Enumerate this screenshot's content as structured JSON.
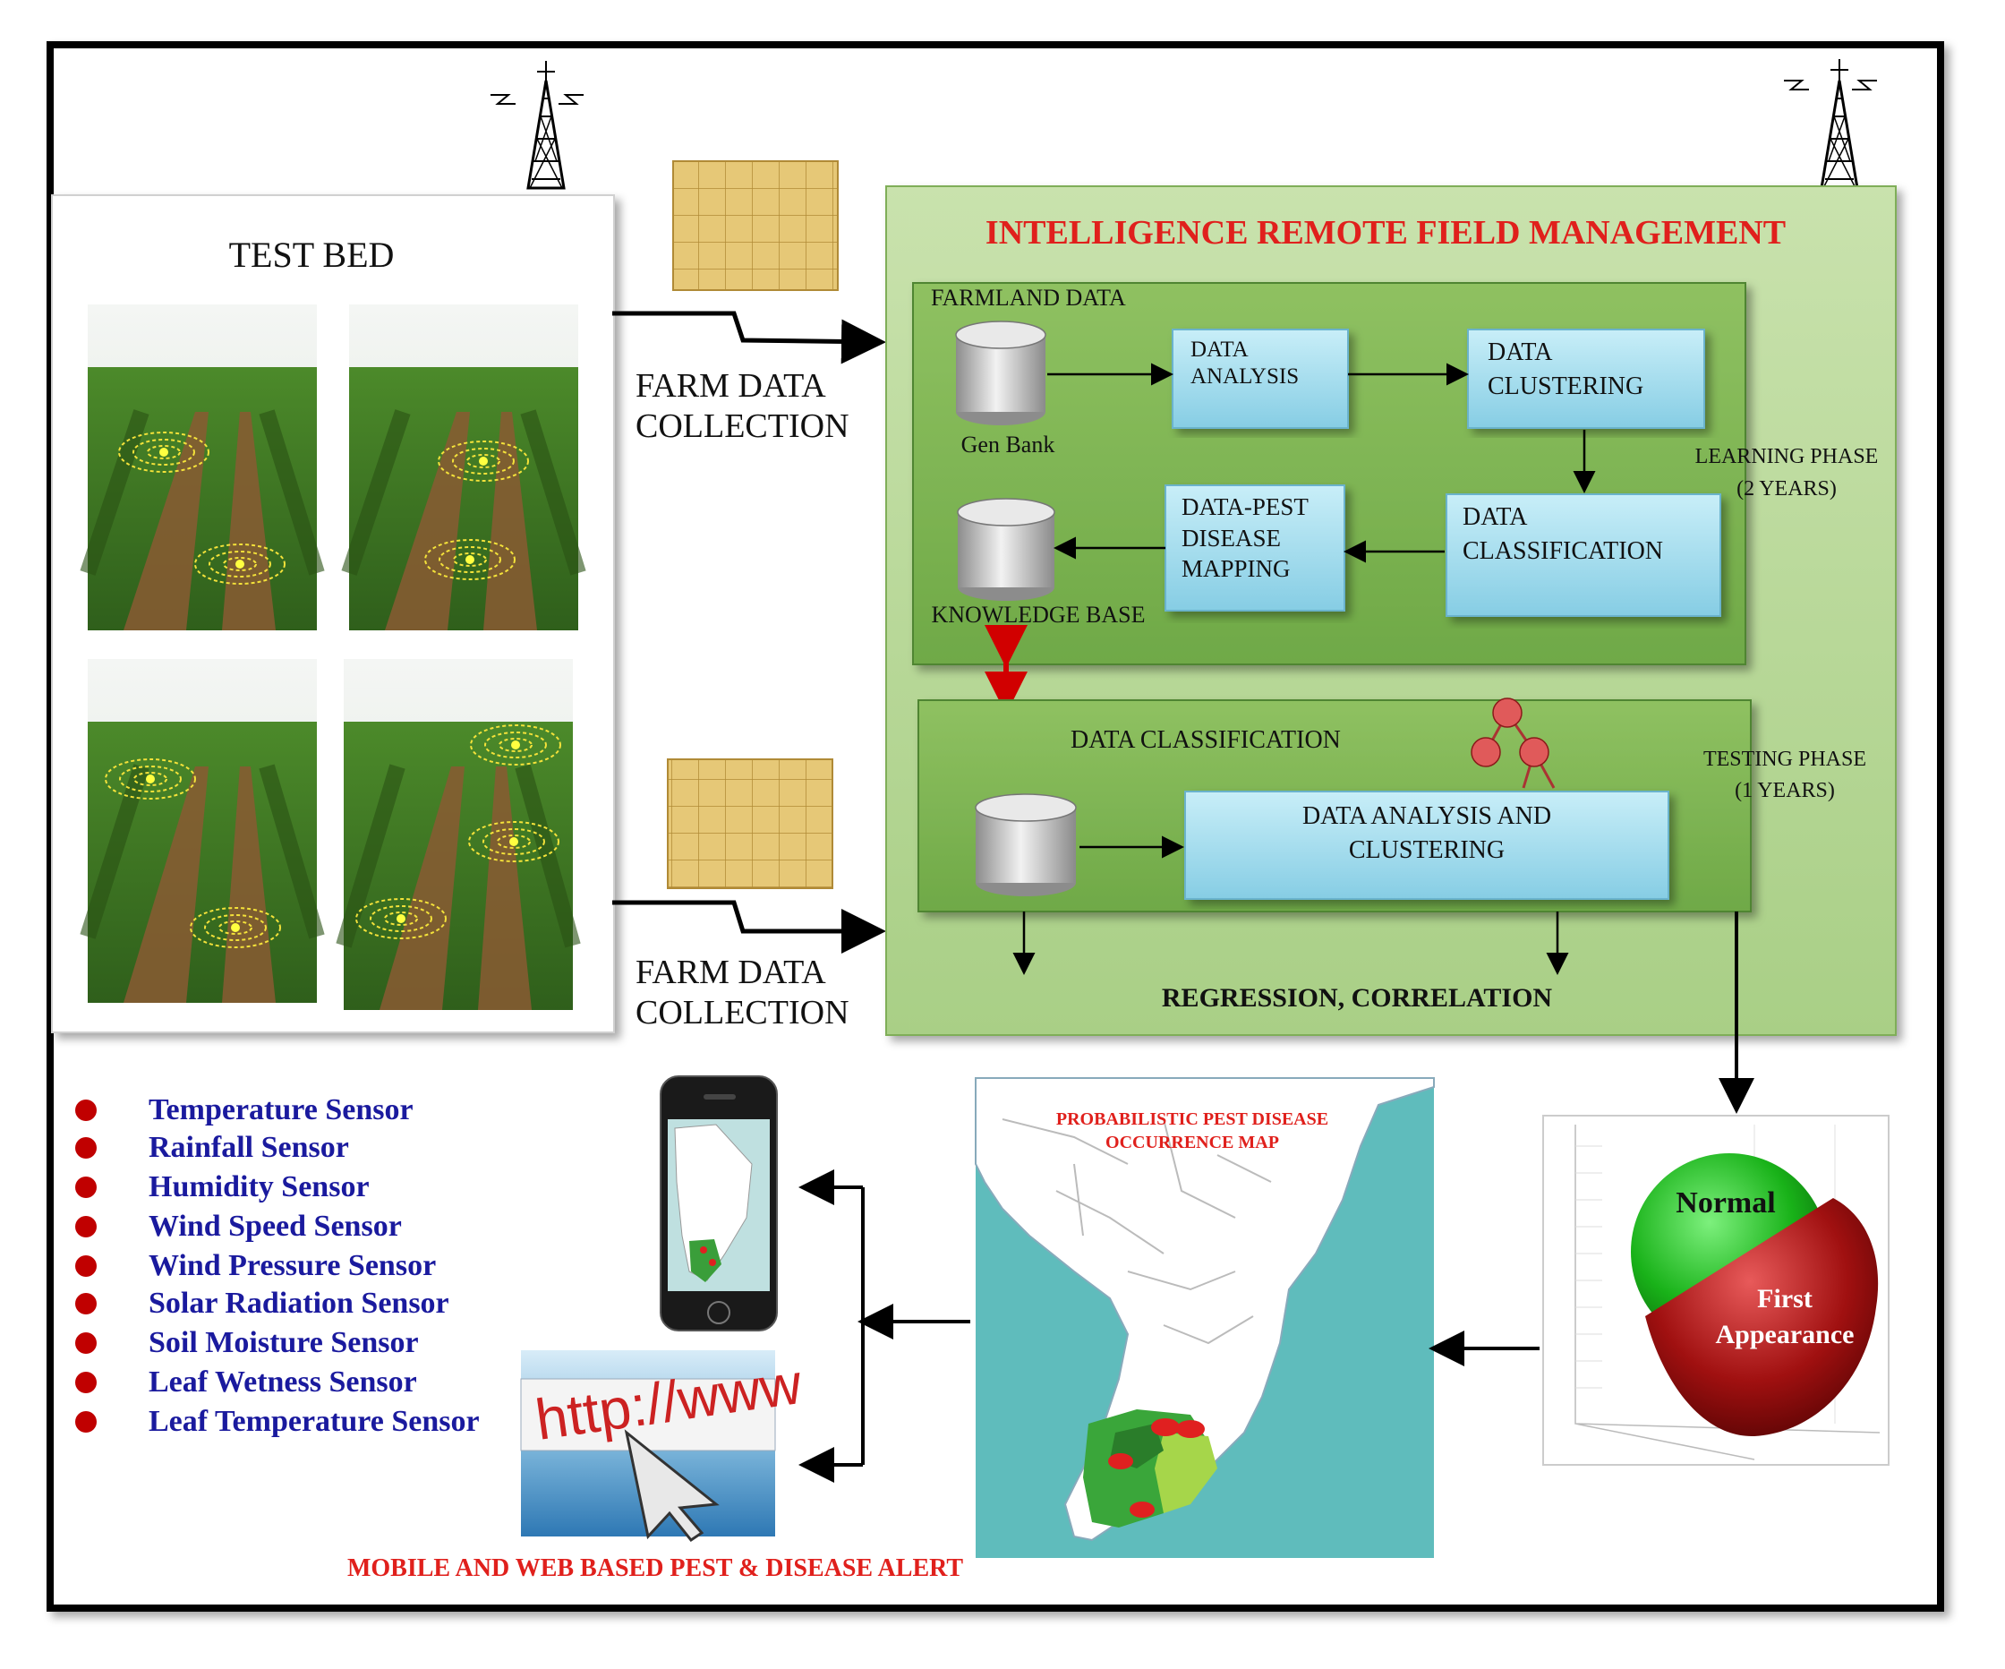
{
  "test_bed": {
    "title": "TEST BED"
  },
  "collection": {
    "top": {
      "line1": "FARM DATA",
      "line2": "COLLECTION"
    },
    "bottom": {
      "line1": "FARM DATA",
      "line2": "COLLECTION"
    }
  },
  "irfm": {
    "title": "INTELLIGENCE REMOTE FIELD MANAGEMENT",
    "farmland_label": "FARMLAND DATA",
    "gen_bank": "Gen Bank",
    "knowledge_base": "KNOWLEDGE BASE",
    "data_analysis": {
      "line1": "DATA",
      "line2": "ANALYSIS"
    },
    "data_clustering": {
      "line1": "DATA",
      "line2": "CLUSTERING"
    },
    "data_classification": {
      "line1": "DATA",
      "line2": "CLASSIFICATION"
    },
    "pest_mapping": {
      "line1": "DATA-PEST",
      "line2": "DISEASE",
      "line3": "MAPPING"
    },
    "learning_phase": {
      "line1": "LEARNING PHASE",
      "line2": "(2 YEARS)"
    },
    "testing_label": "DATA CLASSIFICATION",
    "analysis_clustering": {
      "line1": "DATA ANALYSIS  AND",
      "line2": "CLUSTERING"
    },
    "testing_phase": {
      "line1": "TESTING PHASE",
      "line2": "(1 YEARS)"
    },
    "regression": "REGRESSION,  CORRELATION"
  },
  "sensors": [
    "Temperature Sensor",
    "Rainfall Sensor",
    "Humidity Sensor",
    "Wind Speed Sensor",
    "Wind Pressure Sensor",
    "Solar Radiation Sensor",
    "Soil Moisture Sensor",
    "Leaf Wetness Sensor",
    "Leaf Temperature Sensor"
  ],
  "map": {
    "line1": "PROBABILISTIC PEST  DISEASE",
    "line2": "OCCURRENCE  MAP"
  },
  "sphere": {
    "normal": "Normal",
    "first": "First",
    "appearance": "Appearance"
  },
  "browser": {
    "url_text": "http://www"
  },
  "alert": "MOBILE  AND WEB BASED PEST & DISEASE ALERT",
  "colors": {
    "panel_green": "#9fc878",
    "box_blue": "#9fd8ea",
    "title_red": "#e0201c",
    "sensor_blue": "#1a1a9e",
    "bullet_red": "#c00000"
  }
}
